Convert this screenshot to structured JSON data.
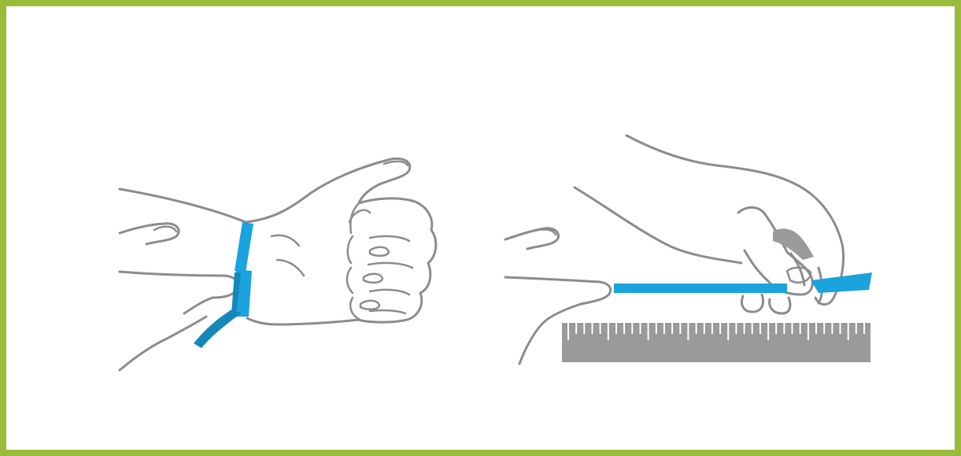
{
  "colors": {
    "border": "#9bbb3a",
    "tape": "#1aa3dc",
    "tape_dark": "#1587b8",
    "outline": "#8c8c8c",
    "ruler": "#9a9a9a"
  },
  "panels": [
    {
      "name": "wrap-tape-around-wrist",
      "icons": [
        "hand-icon",
        "fist-icon",
        "measuring-tape-icon"
      ]
    },
    {
      "name": "measure-tape-on-ruler",
      "icons": [
        "hand-icon",
        "pinching-hand-icon",
        "measuring-tape-icon",
        "ruler-icon"
      ]
    }
  ],
  "ruler": {
    "tick_count": 38
  }
}
